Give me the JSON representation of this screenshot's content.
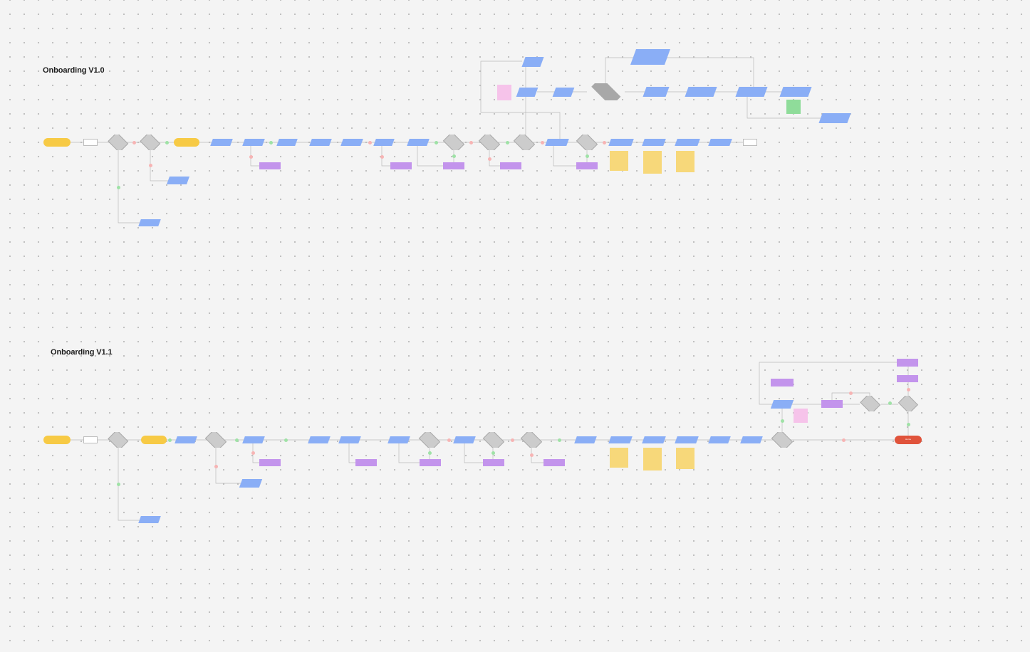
{
  "sections": [
    {
      "key": "v10",
      "title": "Onboarding V1.0"
    },
    {
      "key": "v11",
      "title": "Onboarding V1.1"
    }
  ],
  "colors": {
    "terminal": "#f7ca45",
    "end_terminal": "#e0533b",
    "input_output": "#8aaef6",
    "process": "#c394ec",
    "decision": "#cccccc",
    "note_yellow": "#f7d87a",
    "note_pink": "#f6c3ea",
    "note_green": "#8fdc9a",
    "connector": "#b9b9b9",
    "canvas": "#f4f4f4"
  },
  "legend_shapes": [
    "terminal",
    "input-output",
    "process",
    "decision",
    "sticky-note"
  ],
  "end_node_label": "Home"
}
